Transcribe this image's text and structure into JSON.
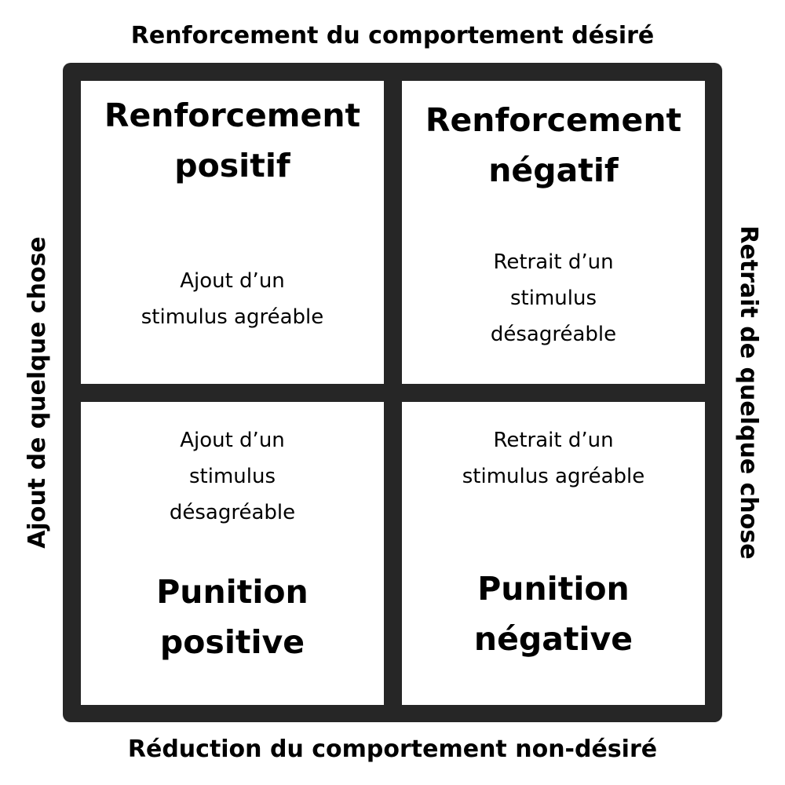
{
  "axes": {
    "top": "Renforcement du comportement désiré",
    "bottom": "Réduction du comportement non-désiré",
    "left": "Ajout de quelque chose",
    "right": "Retrait de quelque chose"
  },
  "quadrants": {
    "top_left": {
      "title": [
        "Renforcement",
        "positif"
      ],
      "description": [
        "Ajout d’un",
        "stimulus agréable"
      ]
    },
    "top_right": {
      "title": [
        "Renforcement",
        "négatif"
      ],
      "description": [
        "Retrait d’un",
        "stimulus",
        "désagréable"
      ]
    },
    "bottom_left": {
      "title": [
        "Punition",
        "positive"
      ],
      "description": [
        "Ajout d’un",
        "stimulus",
        "désagréable"
      ]
    },
    "bottom_right": {
      "title": [
        "Punition",
        "négative"
      ],
      "description": [
        "Retrait d’un",
        "stimulus agréable"
      ]
    }
  },
  "colors": {
    "frame": "#262626",
    "cell_background": "#ffffff",
    "text": "#000000"
  }
}
